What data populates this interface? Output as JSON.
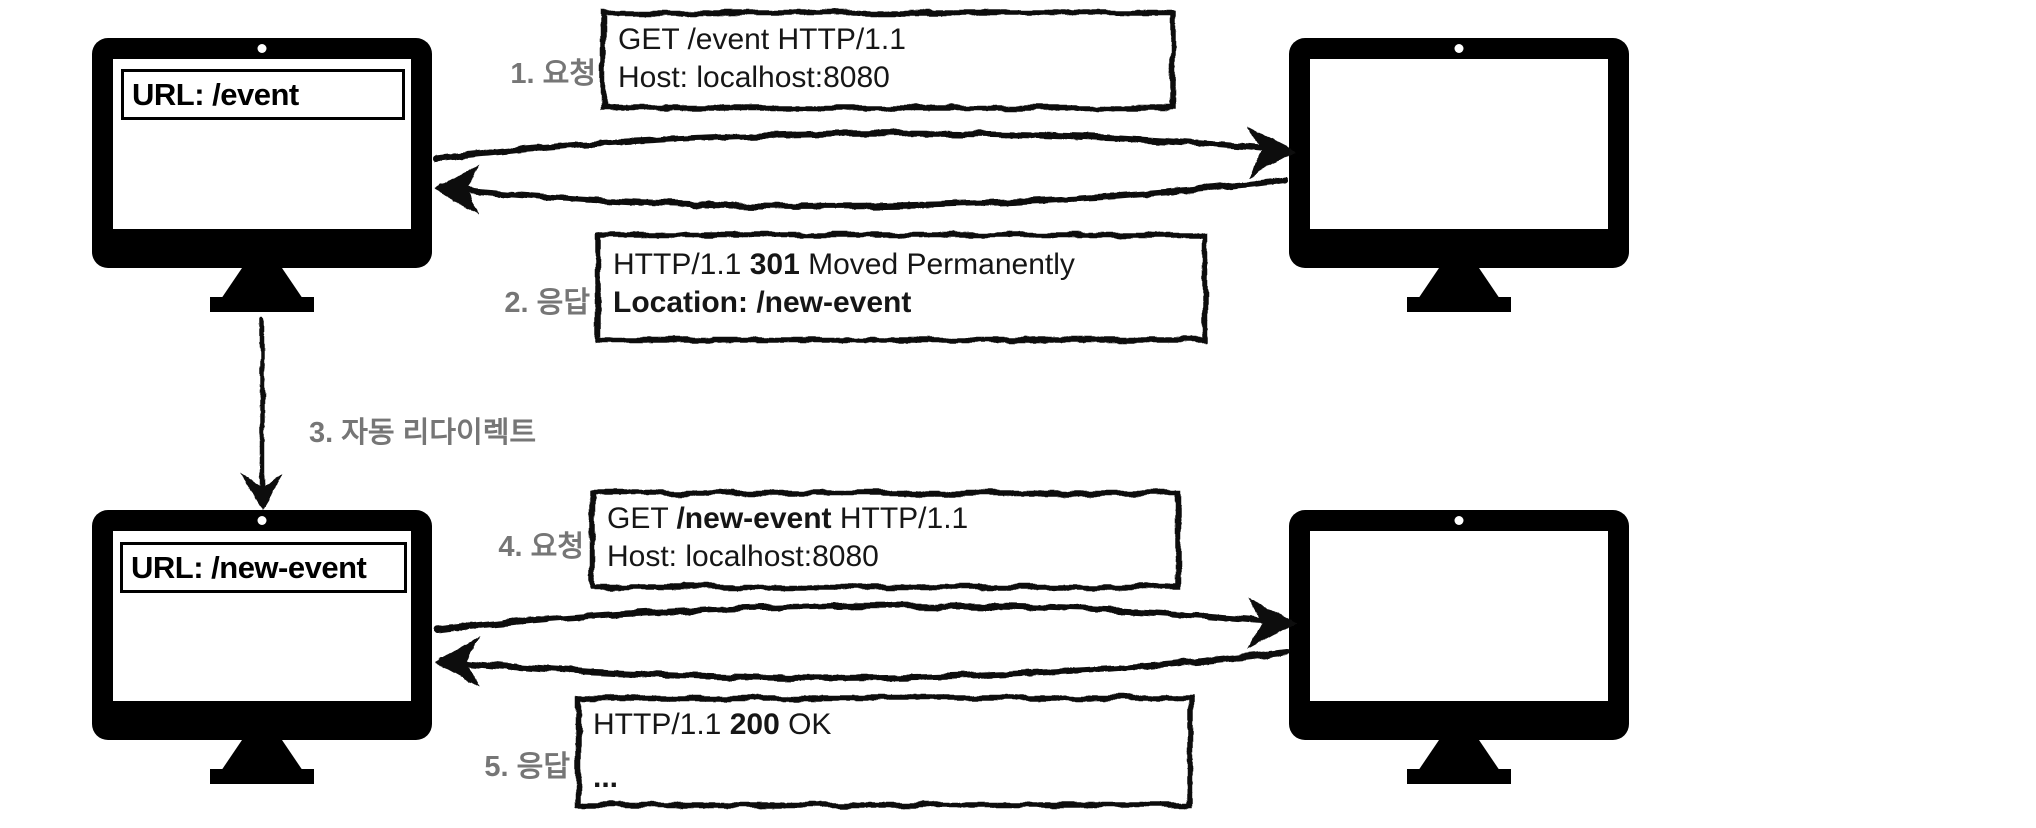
{
  "colors": {
    "ink": "#111111",
    "label_gray": "#767676",
    "background": "#ffffff"
  },
  "clients": {
    "top_url": "URL: /event",
    "bottom_url": "URL: /new-event"
  },
  "labels": {
    "step1": "1. 요청",
    "step2": "2. 응답",
    "step3": "3. 자동 리다이렉트",
    "step4": "4. 요청",
    "step5": "5. 응답"
  },
  "messages": {
    "request1": {
      "line1": {
        "pre": "GET /event HTTP/1.1",
        "bold": "",
        "post": ""
      },
      "line2": {
        "pre": "Host: localhost:8080",
        "bold": "",
        "post": ""
      }
    },
    "response2": {
      "line1": {
        "pre": "HTTP/1.1 ",
        "bold": "301",
        "post": " Moved Permanently"
      },
      "line2": {
        "pre": "",
        "bold": "Location: /new-event",
        "post": ""
      }
    },
    "request4": {
      "line1": {
        "pre": "GET ",
        "bold": "/new-event",
        "post": " HTTP/1.1"
      },
      "line2": {
        "pre": "Host: localhost:8080",
        "bold": "",
        "post": ""
      }
    },
    "response5": {
      "line1": {
        "pre": "HTTP/1.1 ",
        "bold": "200",
        "post": " OK"
      },
      "line2": {
        "pre": "",
        "bold": "...",
        "post": ""
      }
    }
  }
}
